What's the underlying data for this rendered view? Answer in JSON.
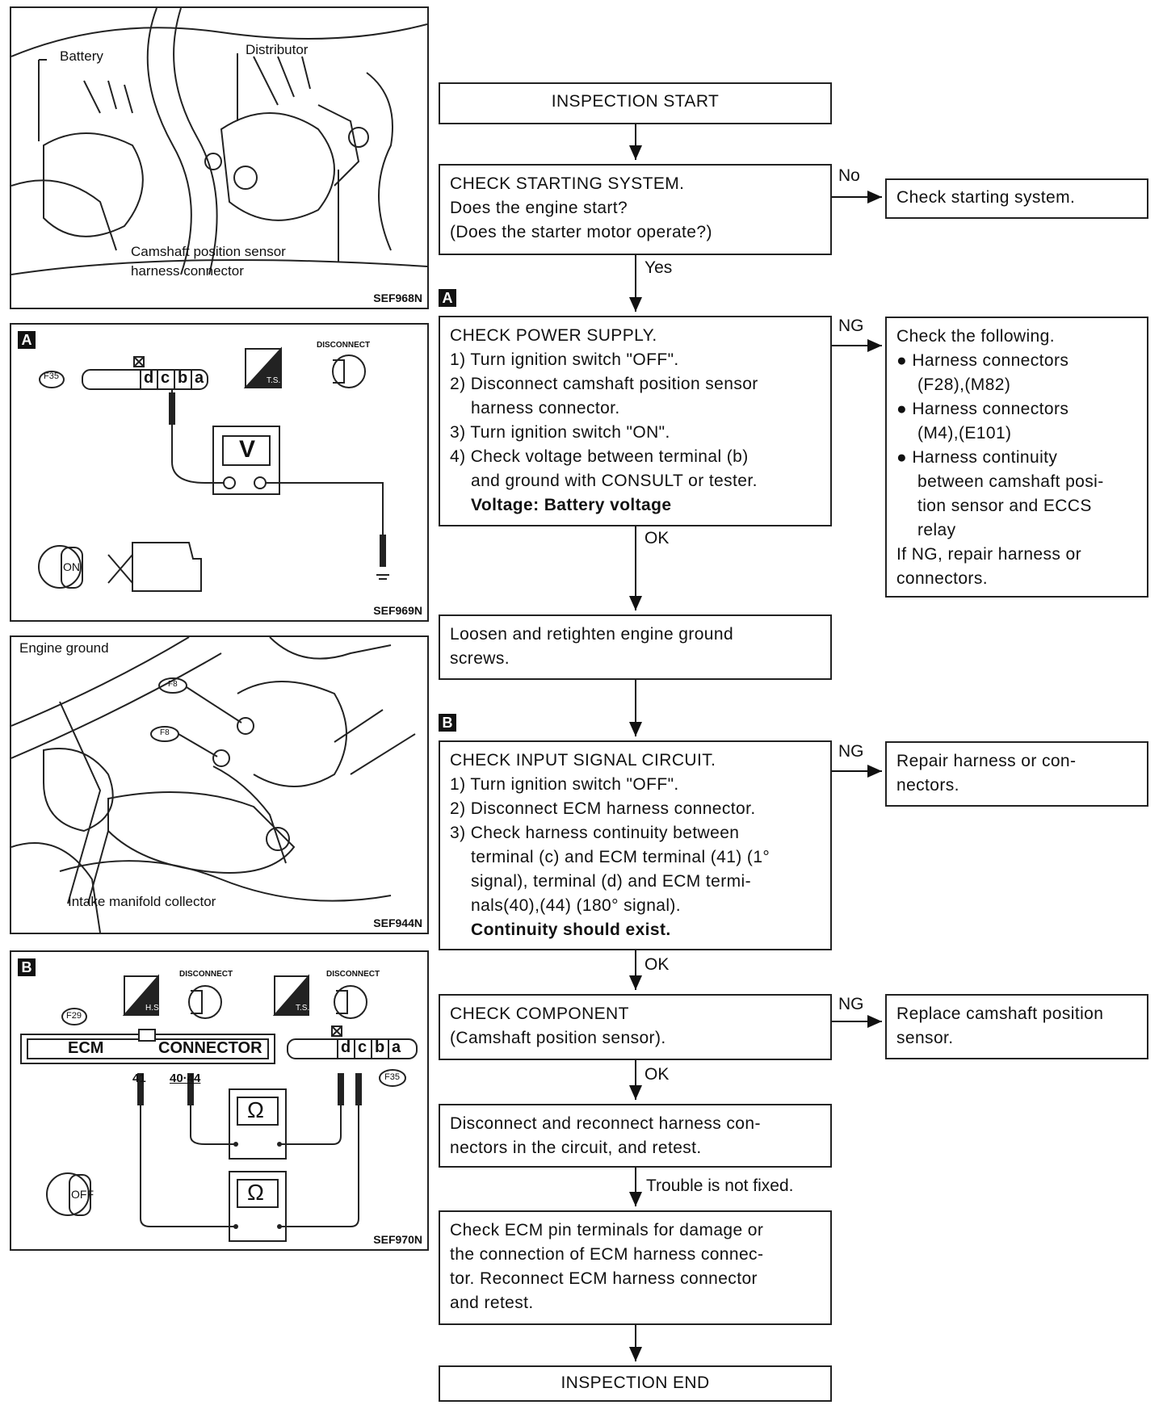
{
  "panels": {
    "p1": {
      "battery": "Battery",
      "distributor": "Distributor",
      "sensor_line1": "Camshaft position sensor",
      "sensor_line2": "harness connector",
      "code": "SEF968N"
    },
    "p2": {
      "tag": "A",
      "connector_id": "F35",
      "pins": [
        "d",
        "c",
        "b",
        "a"
      ],
      "disconnect": "DISCONNECT",
      "meter": "V",
      "ts": "T.S.",
      "on": "ON",
      "code": "SEF969N"
    },
    "p3": {
      "engine_ground": "Engine ground",
      "f8a": "F8",
      "f8b": "F8",
      "intake": "Intake manifold collector",
      "code": "SEF944N"
    },
    "p4": {
      "tag": "B",
      "connector_id": "F29",
      "connector_id2": "F35",
      "ecm": "ECM",
      "connector": "CONNECTOR",
      "pin41": "41",
      "pin4044": "40·44",
      "pins": [
        "d",
        "c",
        "b",
        "a"
      ],
      "disconnect1": "DISCONNECT",
      "disconnect2": "DISCONNECT",
      "hs": "H.S.",
      "ts": "T.S.",
      "ohm1": "Ω",
      "ohm2": "Ω",
      "off": "OFF",
      "code": "SEF970N"
    }
  },
  "flow": {
    "start": "INSPECTION START",
    "starting": [
      "CHECK STARTING SYSTEM.",
      "Does the engine start?",
      "(Does the starter motor operate?)"
    ],
    "no": "No",
    "starting_action": "Check starting system.",
    "yes": "Yes",
    "tag_a": "A",
    "power": {
      "l1": "CHECK POWER SUPPLY.",
      "l2": "1) Turn ignition switch \"OFF\".",
      "l3": "2) Disconnect camshaft position sensor",
      "l4": "harness connector.",
      "l5": "3) Turn ignition switch \"ON\".",
      "l6": "4) Check voltage between terminal (b)",
      "l7": "and ground with CONSULT or tester.",
      "l8": "Voltage: Battery voltage"
    },
    "ng1": "NG",
    "power_ng": {
      "l1": "Check the following.",
      "l2": "● Harness connectors",
      "l3": "(F28),(M82)",
      "l4": "● Harness connectors",
      "l5": "(M4),(E101)",
      "l6": "● Harness continuity",
      "l7": "between camshaft posi-",
      "l8": "tion sensor and ECCS",
      "l9": "relay",
      "l10": "If NG, repair harness or",
      "l11": "connectors."
    },
    "ok1": "OK",
    "ground": [
      "Loosen and retighten engine ground",
      "screws."
    ],
    "tag_b": "B",
    "input": {
      "l1": "CHECK INPUT SIGNAL CIRCUIT.",
      "l2": "1) Turn ignition switch \"OFF\".",
      "l3": "2) Disconnect ECM harness connector.",
      "l4": "3) Check harness continuity between",
      "l5": "terminal (c) and ECM terminal (41) (1°",
      "l6": "signal), terminal (d) and ECM termi-",
      "l7": "nals(40),(44) (180° signal).",
      "l8": "Continuity should exist."
    },
    "ng2": "NG",
    "input_ng": [
      "Repair harness or con-",
      "nectors."
    ],
    "ok2": "OK",
    "component": [
      "CHECK COMPONENT",
      "(Camshaft position sensor)."
    ],
    "ng3": "NG",
    "component_ng": [
      "Replace camshaft position",
      "sensor."
    ],
    "ok3": "OK",
    "reconnect": [
      "Disconnect and reconnect harness con-",
      "nectors in the circuit, and retest."
    ],
    "not_fixed": "Trouble is not fixed.",
    "ecm_pins": [
      "Check ECM pin terminals for damage or",
      "the connection of ECM harness connec-",
      "tor. Reconnect ECM harness connector",
      "and retest."
    ],
    "end": "INSPECTION END"
  }
}
